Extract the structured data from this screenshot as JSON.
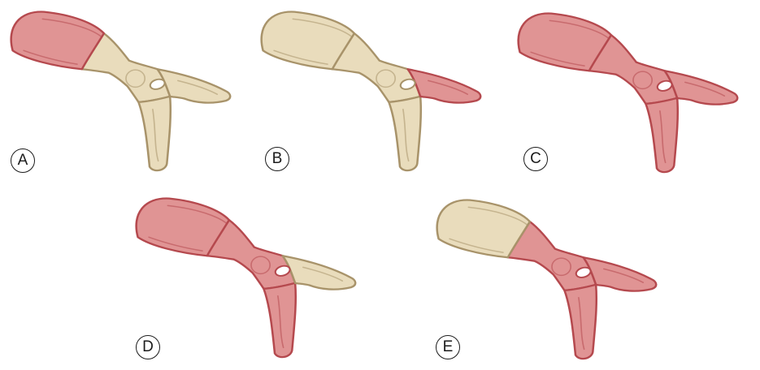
{
  "figure": {
    "type": "anatomical-diagram",
    "subject": "hip-bone-lateral-view-region-highlighting",
    "background": "#ffffff"
  },
  "colors": {
    "highlight_fill": "#e09494",
    "highlight_stroke": "#b5494e",
    "base_fill": "#e9dcbc",
    "base_stroke": "#a8936a",
    "foramen_fill": "#ffffff",
    "label_border": "#1b1b1b",
    "label_text": "#1b1b1b"
  },
  "panels": [
    {
      "label": "A",
      "regions": {
        "ala": "highlight",
        "body": "base",
        "pubis": "base",
        "ischium": "base"
      }
    },
    {
      "label": "B",
      "regions": {
        "ala": "base",
        "body": "base",
        "pubis": "highlight",
        "ischium": "base"
      }
    },
    {
      "label": "C",
      "regions": {
        "ala": "highlight",
        "body": "highlight",
        "pubis": "highlight",
        "ischium": "highlight"
      }
    },
    {
      "label": "D",
      "regions": {
        "ala": "highlight",
        "body": "highlight",
        "pubis": "base",
        "ischium": "highlight"
      }
    },
    {
      "label": "E",
      "regions": {
        "ala": "base",
        "body": "highlight",
        "pubis": "highlight",
        "ischium": "highlight"
      }
    }
  ]
}
